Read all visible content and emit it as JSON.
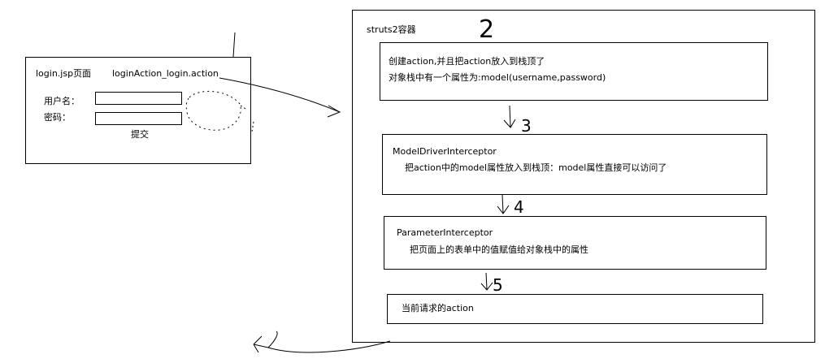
{
  "login_panel": {
    "title": "login.jsp页面",
    "action": "loginAction_login.action",
    "username_label": "用户名：",
    "password_label": "密码：",
    "submit_label": "提交",
    "username_value": "",
    "password_value": ""
  },
  "container": {
    "title": "struts2容器",
    "step_annotations": [
      "2",
      "3",
      "4",
      "5"
    ],
    "steps": [
      {
        "line1": "创建action,并且把action放入到栈顶了",
        "line2": "对象栈中有一个属性为:model(username,password)"
      },
      {
        "line1": "ModelDriverInterceptor",
        "line2": "把action中的model属性放入到栈顶：model属性直接可以访问了"
      },
      {
        "line1": "ParameterInterceptor",
        "line2": "把页面上的表单中的值赋值给对象栈中的属性"
      },
      {
        "line1": "当前请求的action"
      }
    ]
  }
}
